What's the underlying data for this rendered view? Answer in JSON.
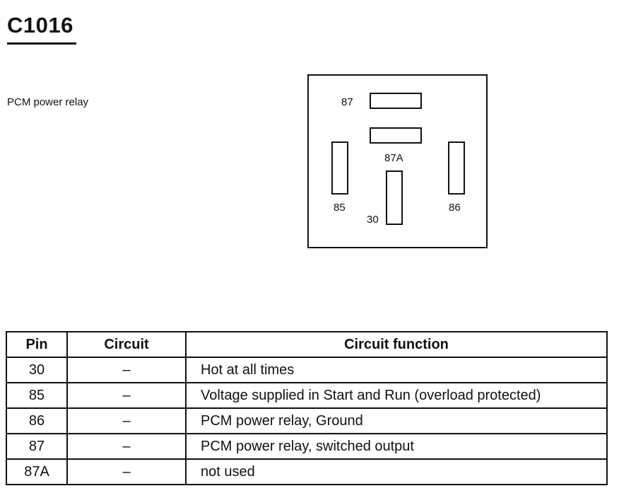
{
  "header": {
    "connector_id": "C1016",
    "description": "PCM power relay"
  },
  "connector_face": {
    "terminals": [
      {
        "pin": "87"
      },
      {
        "pin": "87A"
      },
      {
        "pin": "85"
      },
      {
        "pin": "86"
      },
      {
        "pin": "30"
      }
    ]
  },
  "table": {
    "headers": [
      "Pin",
      "Circuit",
      "Circuit function"
    ],
    "rows": [
      {
        "pin": "30",
        "circuit": "–",
        "function": "Hot at all times"
      },
      {
        "pin": "85",
        "circuit": "–",
        "function": "Voltage supplied in Start and Run (overload protected)"
      },
      {
        "pin": "86",
        "circuit": "–",
        "function": "PCM power relay, Ground"
      },
      {
        "pin": "87",
        "circuit": "–",
        "function": "PCM power relay, switched output"
      },
      {
        "pin": "87A",
        "circuit": "–",
        "function": "not used"
      }
    ]
  }
}
